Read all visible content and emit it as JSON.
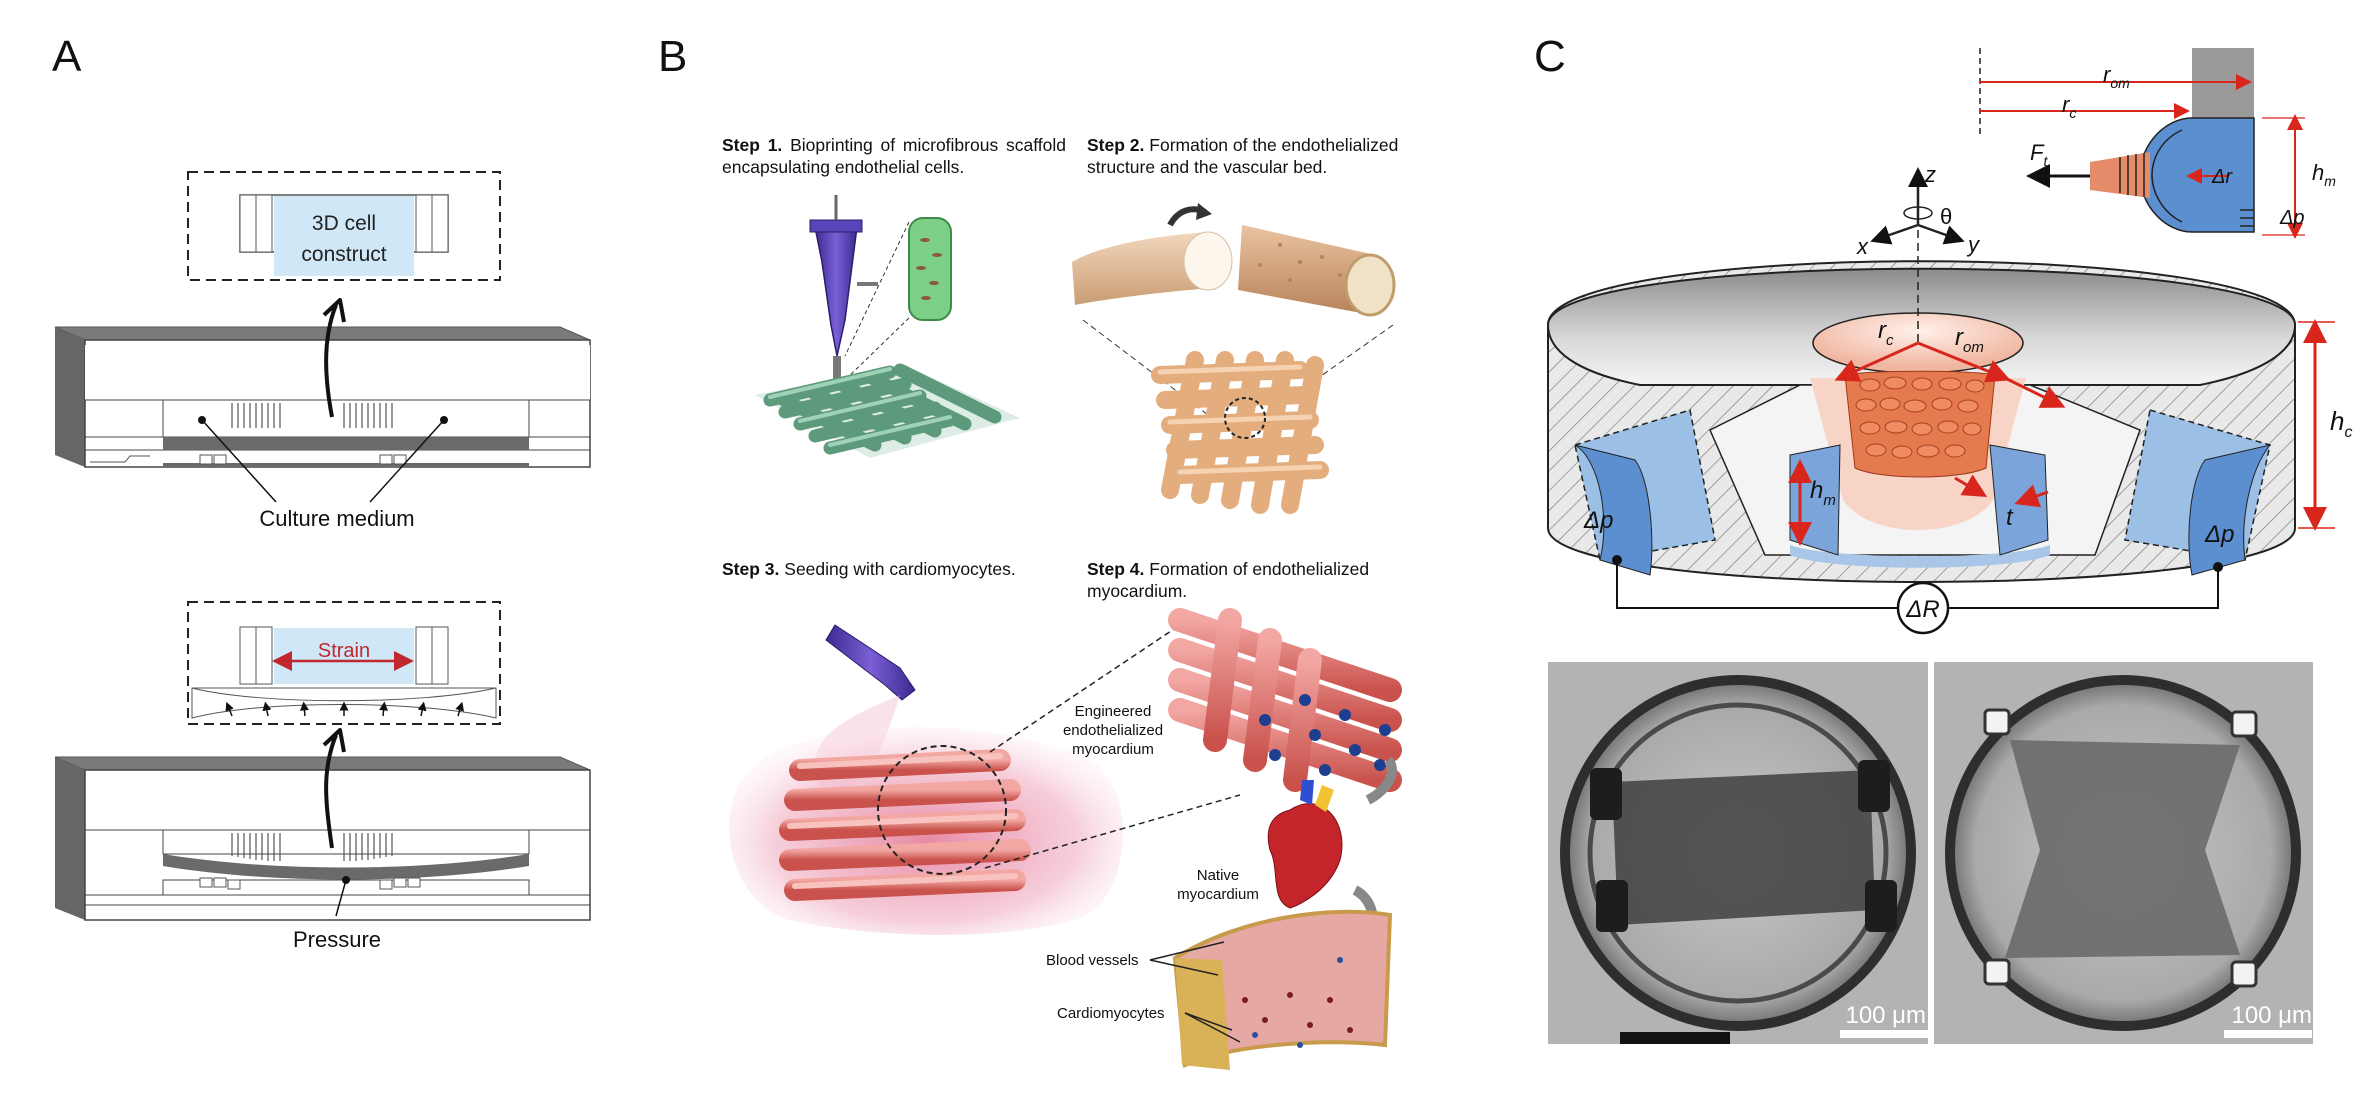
{
  "panels": {
    "a": {
      "letter": "A",
      "construct_label_line1": "3D cell",
      "construct_label_line2": "construct",
      "culture_medium_label": "Culture medium",
      "strain_label": "Strain",
      "pressure_label": "Pressure"
    },
    "b": {
      "letter": "B",
      "step1_title": "Step 1.",
      "step1_text": "Bioprinting of microfibrous scaffold encapsulating endothelial cells.",
      "step2_title": "Step 2.",
      "step2_text": "Formation of the endothelialized structure and the vascular bed.",
      "step3_title": "Step 3.",
      "step3_text": "Seeding with cardiomyocytes.",
      "step4_title": "Step 4.",
      "step4_text": "Formation of endothelialized myocardium.",
      "engineered_label": [
        "Engineered",
        "endothelialized",
        "myocardium"
      ],
      "native_label": [
        "Native",
        "myocardium"
      ],
      "blood_vessels_label": "Blood vessels",
      "cardiomyocytes_label": "Cardiomyocytes"
    },
    "c": {
      "letter": "C",
      "symbols": {
        "r_om": "r",
        "r_om_sub": "om",
        "r_c": "r",
        "r_c_sub": "c",
        "f_t": "F",
        "f_t_sub": "t",
        "delta_r": "Δr",
        "h_m": "h",
        "h_m_sub": "m",
        "delta_p": "Δp",
        "z": "z",
        "x": "x",
        "y": "y",
        "theta": "θ",
        "h_c": "h",
        "h_c_sub": "c",
        "t": "t",
        "delta_R": "ΔR"
      },
      "scale_bar_left": "100 μm",
      "scale_bar_right": "100 μm"
    }
  },
  "colors": {
    "construct_fill": "#cfe7f7",
    "strain_arrow": "#c0282e",
    "annotation_red": "#d9261c",
    "wall_blue": "#5b8fcf",
    "tissue_orange": "#e26a3c",
    "gray_body": "#6e6e6e"
  }
}
